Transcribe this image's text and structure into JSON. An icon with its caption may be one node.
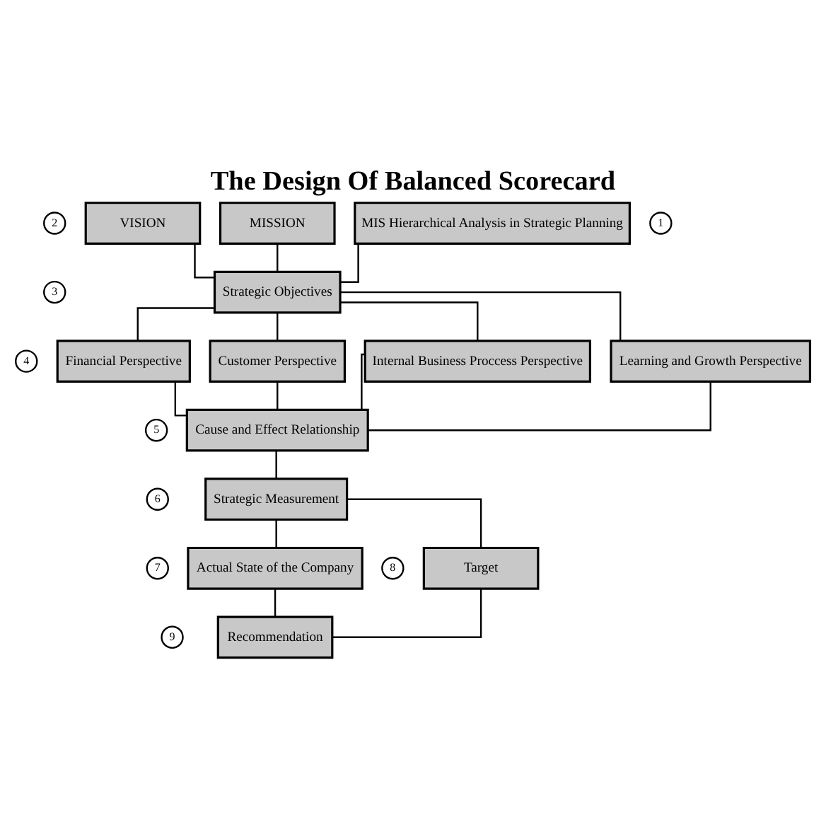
{
  "diagram": {
    "title": "The Design Of Balanced Scorecard",
    "nodes": [
      {
        "text": [
          "2"
        ]
      },
      {
        "text": [
          "VISION"
        ]
      },
      {
        "text": [
          "MISSION"
        ]
      },
      {
        "text": [
          "MIS Hierarchical Analysis in Strategic Planning"
        ]
      },
      {
        "text": [
          "1"
        ]
      },
      {
        "text": [
          "3"
        ]
      },
      {
        "text": [
          "Strategic Objectives"
        ]
      },
      {
        "text": [
          "4"
        ]
      },
      {
        "text": [
          "Financial Perspective"
        ]
      },
      {
        "text": [
          "Customer Perspective"
        ]
      },
      {
        "text": [
          "Internal Business Proccess Perspective"
        ]
      },
      {
        "text": [
          "Learning and Growth Perspective"
        ]
      },
      {
        "text": [
          "5"
        ]
      },
      {
        "text": [
          "Cause and Effect Relationship"
        ]
      },
      {
        "text": [
          "6"
        ]
      },
      {
        "text": [
          "Strategic Measurement"
        ]
      },
      {
        "text": [
          "7"
        ]
      },
      {
        "text": [
          "Actual State of the Company"
        ]
      },
      {
        "text": [
          "8"
        ]
      },
      {
        "text": [
          "Target"
        ]
      },
      {
        "text": [
          "9"
        ]
      },
      {
        "text": [
          "Recommendation"
        ]
      }
    ],
    "edges": [
      {
        "from": 1,
        "to": 6,
        "arrow": "none"
      },
      {
        "from": 2,
        "to": 6,
        "arrow": "none"
      },
      {
        "from": 3,
        "to": 6,
        "arrow": "none"
      },
      {
        "from": 6,
        "to": 8,
        "arrow": "none"
      },
      {
        "from": 6,
        "to": 9,
        "arrow": "none"
      },
      {
        "from": 6,
        "to": 10,
        "arrow": "none"
      },
      {
        "from": 6,
        "to": 11,
        "arrow": "none"
      },
      {
        "from": 8,
        "to": 13,
        "arrow": "none"
      },
      {
        "from": 9,
        "to": 13,
        "arrow": "none"
      },
      {
        "from": 10,
        "to": 13,
        "arrow": "none"
      },
      {
        "from": 11,
        "to": 13,
        "arrow": "none"
      },
      {
        "from": 13,
        "to": 15,
        "arrow": "none"
      },
      {
        "from": 15,
        "to": 17,
        "arrow": "none"
      },
      {
        "from": 15,
        "to": 19,
        "arrow": "none"
      },
      {
        "from": 17,
        "to": 21,
        "arrow": "none"
      },
      {
        "from": 19,
        "to": 21,
        "arrow": "none"
      }
    ]
  }
}
